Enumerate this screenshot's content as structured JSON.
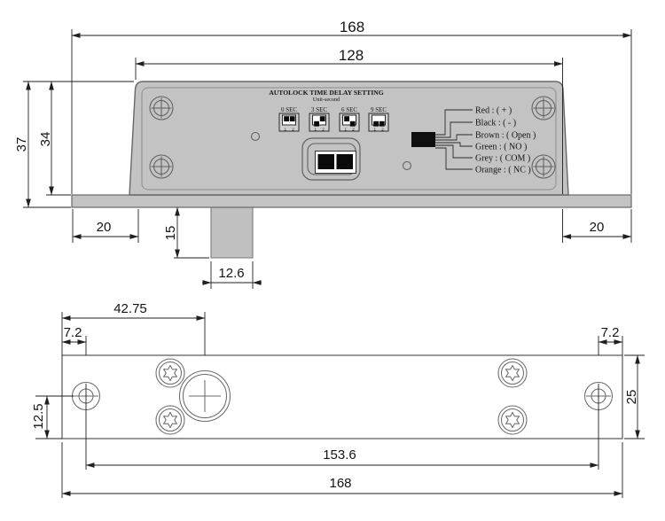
{
  "panel": {
    "title": "AUTOLOCK TIME DELAY SETTING",
    "unit": "Unit-second",
    "dip_switches": [
      {
        "label": "0 SEC",
        "switch1": "up",
        "switch2": "up",
        "pin1": "1",
        "pin2": "2"
      },
      {
        "label": "3 SEC",
        "switch1": "down",
        "switch2": "up",
        "pin1": "1",
        "pin2": "2"
      },
      {
        "label": "6 SEC",
        "switch1": "up",
        "switch2": "down",
        "pin1": "1",
        "pin2": "2"
      },
      {
        "label": "9 SEC",
        "switch1": "down",
        "switch2": "down",
        "pin1": "1",
        "pin2": "2"
      }
    ],
    "wiring_legend": [
      "Red : ( + )",
      "Black : ( - )",
      "Brown : ( Open )",
      "Green : ( NO )",
      "Grey : ( COM )",
      "Orange : ( NC )"
    ]
  },
  "dims_top": {
    "overall_width": "168",
    "faceplate_width": "128",
    "overall_height": "37",
    "body_height": "34",
    "left_flange": "20",
    "bolt_throw": "15",
    "bolt_width": "12.6",
    "right_flange": "20"
  },
  "dims_bottom": {
    "bolt_center_from_left": "42.75",
    "left_hole_inset": "7.2",
    "right_hole_inset": "7.2",
    "hole_center_height": "12.5",
    "plate_depth": "25",
    "hole_spacing": "153.6",
    "plate_length": "168"
  },
  "colors": {
    "panel_gray": "#c3c3c3",
    "outline": "#606060",
    "dimension_line": "#1f1f1f",
    "switch_black": "#0a0a0a"
  }
}
